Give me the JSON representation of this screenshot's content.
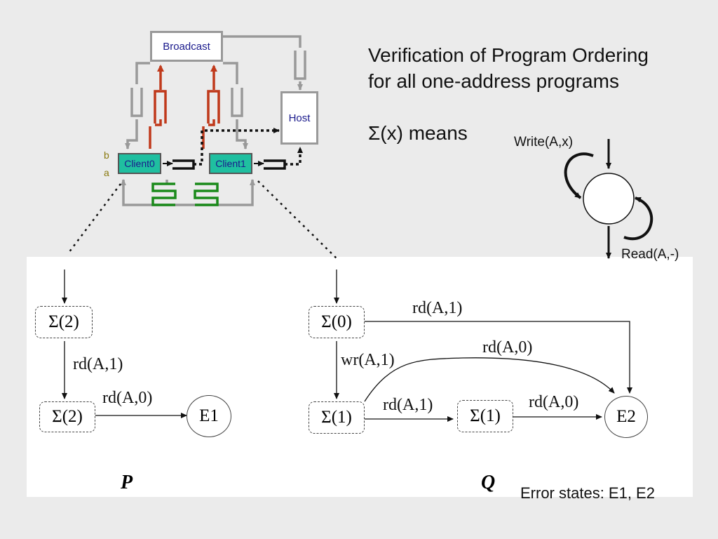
{
  "slide": {
    "title_line1": "Verification of Program Ordering",
    "title_line2": "for all one-address programs",
    "sigma_def": "Σ(x) means",
    "write_label": "Write(A,x)",
    "read_label": "Read(A,-)",
    "errors_label": "Error states: E1, E2"
  },
  "architecture": {
    "broadcast": "Broadcast",
    "host": "Host",
    "client0": "Client0",
    "client1": "Client1",
    "label_b": "b",
    "label_a": "a"
  },
  "diagram_p": {
    "name": "P",
    "state_top": "Σ(2)",
    "edge_down": "rd(A,1)",
    "state_bottom": "Σ(2)",
    "edge_right": "rd(A,0)",
    "final": "E1"
  },
  "diagram_q": {
    "name": "Q",
    "state_top": "Σ(0)",
    "edge_top_right": "rd(A,1)",
    "edge_curve": "rd(A,0)",
    "edge_down": "wr(A,1)",
    "state_bottom": "Σ(1)",
    "edge_mid": "rd(A,1)",
    "state_mid": "Σ(1)",
    "edge_final": "rd(A,0)",
    "final": "E2"
  },
  "colors": {
    "gray_wire": "#999999",
    "red_wire": "#c0391b",
    "green_wire": "#1a8a1a",
    "client_fill": "#1fbfa0"
  }
}
